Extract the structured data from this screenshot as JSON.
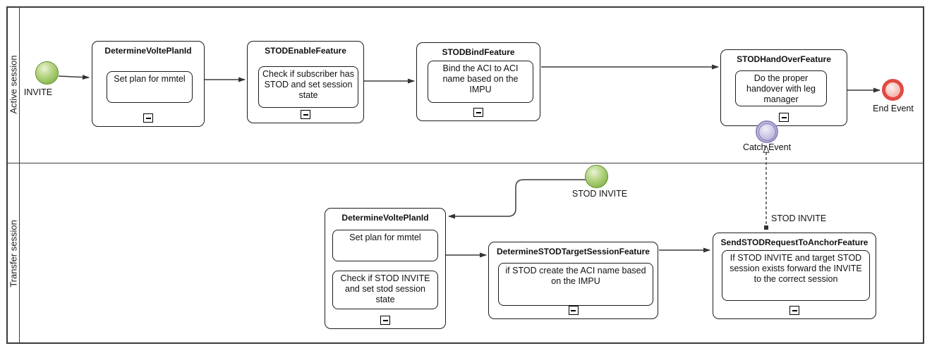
{
  "diagram": {
    "lanes": [
      {
        "label": "Active session"
      },
      {
        "label": "Transfer session"
      }
    ],
    "events": {
      "invite": {
        "type": "start",
        "label": "INVITE"
      },
      "endEvent": {
        "type": "end",
        "label": "End Event"
      },
      "catchEvent": {
        "type": "intermediate-catch",
        "label": "Catch Event"
      },
      "stodInvite": {
        "type": "start",
        "label": "STOD INVITE"
      }
    },
    "messageFlow": {
      "label": "STOD INVITE"
    },
    "tasks": {
      "determineVoltePlanActive": {
        "title": "DetermineVoltePlanId",
        "notes": [
          "Set plan for mmtel"
        ]
      },
      "stodEnable": {
        "title": "STODEnableFeature",
        "notes": [
          "Check if subscriber has STOD and set session state"
        ]
      },
      "stodBind": {
        "title": "STODBindFeature",
        "notes": [
          "Bind the ACI to ACI name based on the IMPU"
        ]
      },
      "stodHandOver": {
        "title": "STODHandOverFeature",
        "notes": [
          "Do the proper handover with leg manager"
        ]
      },
      "determineVoltePlanTransfer": {
        "title": "DetermineVoltePlanId",
        "notes": [
          "Set plan for mmtel",
          "Check if STOD INVITE and set stod session state"
        ]
      },
      "determineStodTarget": {
        "title": "DetermineSTODTargetSessionFeature",
        "notes": [
          "if STOD create the ACI name based on the IMPU"
        ]
      },
      "sendStodRequest": {
        "title": "SendSTODRequestToAnchorFeature",
        "notes": [
          "If STOD INVITE and target STOD session exists forward the INVITE to the correct session"
        ]
      }
    },
    "colors": {
      "start_event_green": "#8cba52",
      "end_event_red": "#e24a43",
      "catch_event_purple": "#8d86bf",
      "connector": "#3a3a3a"
    }
  }
}
